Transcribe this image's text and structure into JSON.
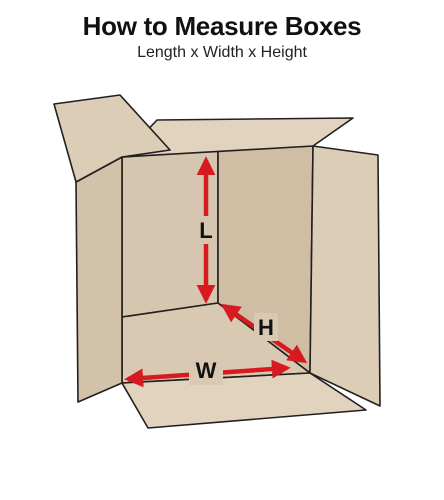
{
  "header": {
    "title": "How to Measure Boxes",
    "subtitle": "Length x Width x Height"
  },
  "diagram": {
    "labels": {
      "length": "L",
      "width": "W",
      "height": "H"
    },
    "colors": {
      "box_fill": "#d9c9b3",
      "box_fill_light": "#e1d3be",
      "box_fill_dark": "#cdbba2",
      "outline": "#231f20",
      "arrow": "#d71920",
      "label": "#111111"
    }
  }
}
